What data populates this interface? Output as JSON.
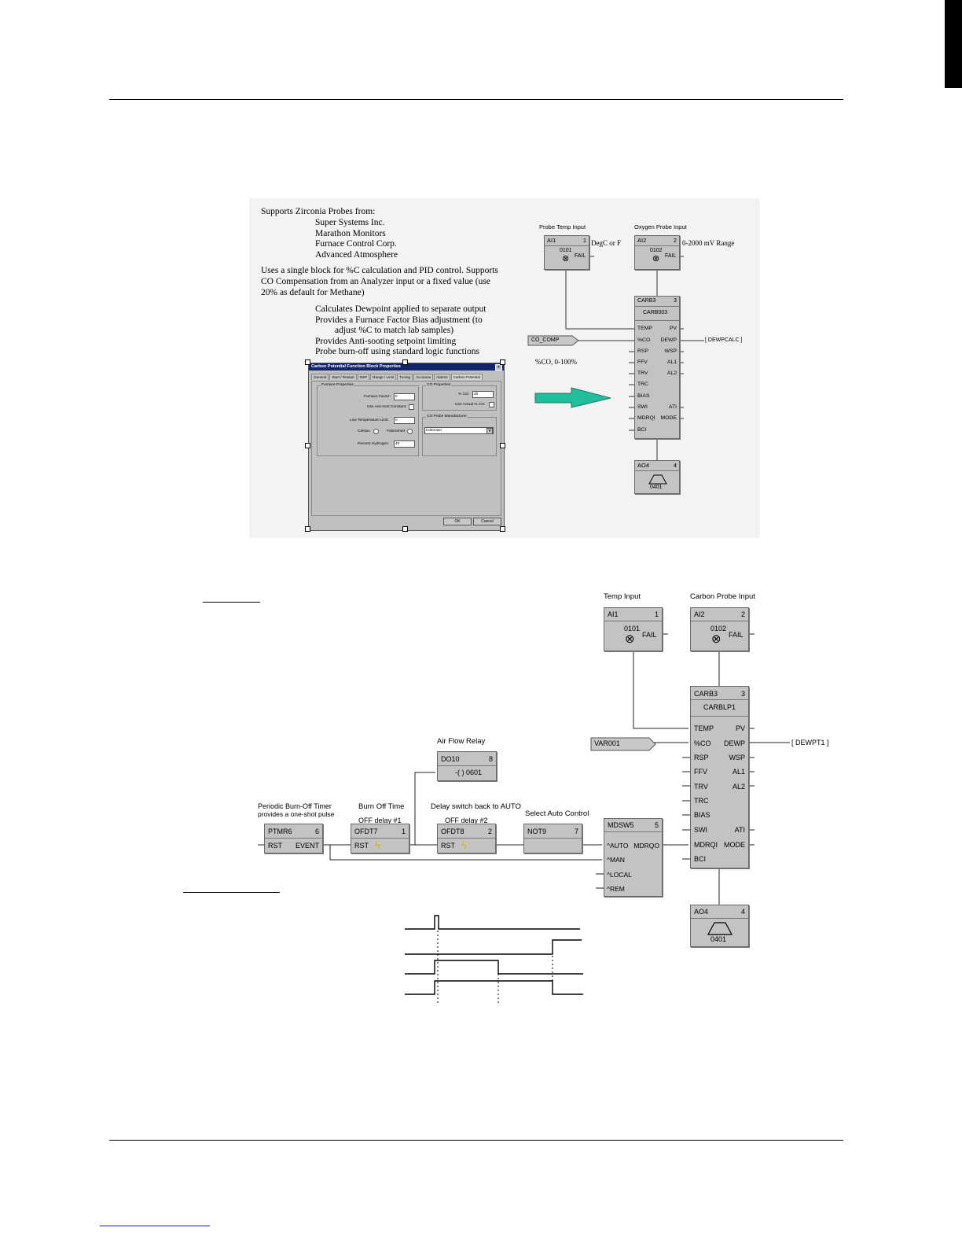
{
  "page": {
    "footer_link": ""
  },
  "notes": {
    "line1": "Supports Zirconia Probes from:",
    "vendors": [
      "Super Systems Inc.",
      "Marathon Monitors",
      "Furnace Control Corp.",
      "Advanced Atmosphere"
    ],
    "para1": [
      "Uses a single block for %C calculation and PID control. Supports",
      "CO Compensation from an Analyzer input or a fixed value (use",
      "20% as default for Methane)"
    ],
    "features": [
      "Calculates Dewpoint applied to separate output",
      "Provides a Furnace Factor Bias adjustment (to",
      "adjust %C to match lab samples)",
      "Provides Anti-sooting setpoint limiting",
      "Probe burn-off using standard logic functions"
    ]
  },
  "dialog": {
    "title": "Carbon Potential Function Block Properties",
    "tabs": [
      "General",
      "Start / Restart",
      "RSP",
      "Range / Limit",
      "Tuning",
      "Accutune",
      "Alarms",
      "Carbon Potential"
    ],
    "furnace_group": "Furnace Properties",
    "furnace_factor_label": "Furnace Factor:",
    "furnace_factor_value": "0",
    "anti_soot_label": "Use Anti-soot Constant:",
    "low_temp_label": "Low Temperature Limit:",
    "low_temp_value": "0",
    "celsius_label": "Celsius",
    "fahrenheit_label": "Fahrenheit",
    "hydrogen_label": "Percent Hydrogen:",
    "hydrogen_value": "40",
    "co_group": "CO Properties",
    "co_label": "% CO:",
    "co_value": "20",
    "actual_co_label": "Use Actual % CO:",
    "mfr_group": "CO Probe Manufacturer",
    "mfr_value": "Unknown",
    "ok": "OK",
    "cancel": "Cancel"
  },
  "diagram1": {
    "probe_temp_label": "Probe Temp Input",
    "oxygen_label": "Oxygen Probe Input",
    "ai1": {
      "tag": "AI1",
      "num": "1",
      "addr": "0101",
      "fail": "FAIL"
    },
    "ai2": {
      "tag": "AI2",
      "num": "2",
      "addr": "0102",
      "fail": "FAIL"
    },
    "degc_note": "DegC or F",
    "mv_note": "0-2000 mV Range",
    "carb": {
      "tag": "CARB3",
      "num": "3",
      "name": "CARB003"
    },
    "left_pins": [
      "TEMP",
      "%CO",
      "RSP",
      "FFV",
      "TRV",
      "TRC",
      "BIAS",
      "SWI",
      "MDRQI",
      "BCI"
    ],
    "right_pins": [
      "PV",
      "DEWP",
      "WSP",
      "AL1",
      "AL2",
      "ATI",
      "MODE"
    ],
    "co_comp": "CO_COMP",
    "co_range": "%CO, 0-100%",
    "dewpcalc": "[ DEWPCALC ]",
    "ao": {
      "tag": "AO4",
      "num": "4",
      "addr": "0401"
    }
  },
  "diagram2": {
    "temp_label": "Temp Input",
    "carbon_label": "Carbon Probe Input",
    "ai1": {
      "tag": "AI1",
      "num": "1",
      "addr": "0101",
      "fail": "FAIL"
    },
    "ai2": {
      "tag": "AI2",
      "num": "2",
      "addr": "0102",
      "fail": "FAIL"
    },
    "carb": {
      "tag": "CARB3",
      "num": "3",
      "name": "CARBLP1"
    },
    "left_pins": [
      "TEMP",
      "%CO",
      "RSP",
      "FFV",
      "TRV",
      "TRC",
      "BIAS",
      "SWI",
      "MDRQI",
      "BCI"
    ],
    "right_pins": [
      "PV",
      "DEWP",
      "WSP",
      "AL1",
      "AL2",
      "ATI",
      "MODE"
    ],
    "var": "VAR001",
    "dewpt": "[ DEWPT1 ]",
    "ao": {
      "tag": "AO4",
      "num": "4",
      "addr": "0401"
    },
    "air_flow_label": "Air Flow Relay",
    "do": {
      "tag": "DO10",
      "num": "8",
      "out": "-( ) 0601"
    },
    "timer_label1": "Periodic Burn-Off Timer",
    "timer_label2": "provides a one-shot pulse",
    "ptmr": {
      "tag": "PTMR6",
      "num": "6",
      "in": "RST",
      "out": "EVENT"
    },
    "burn_label": "Burn Off Time",
    "ofdt7": {
      "tag": "OFDT7",
      "num": "1",
      "sub": "OFF delay #1",
      "in": "RST"
    },
    "delay_label": "Delay switch back to AUTO",
    "ofdt8": {
      "tag": "OFDT8",
      "num": "2",
      "sub": "OFF delay #2",
      "in": "RST"
    },
    "select_label": "Select Auto Control",
    "not9": {
      "tag": "NOT9",
      "num": "7"
    },
    "mdsw": {
      "tag": "MDSW5",
      "num": "5",
      "pins": [
        "^AUTO",
        "^MAN",
        "^LOCAL",
        "^REM"
      ],
      "out": "MDRQO"
    }
  }
}
